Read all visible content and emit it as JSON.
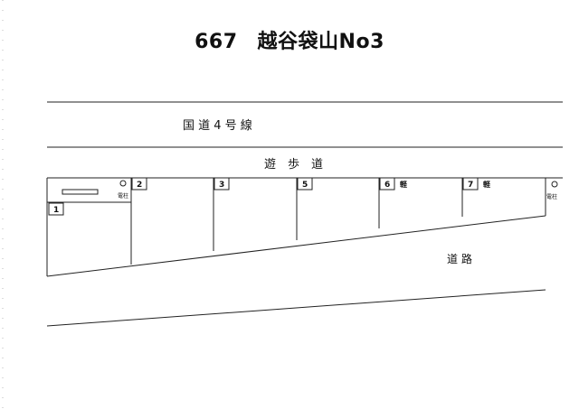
{
  "title": {
    "number": "667",
    "name": "越谷袋山No3"
  },
  "labels": {
    "national_road": "国 道 4 号 線",
    "sidewalk": "遊　歩　道",
    "road": "道 路"
  },
  "spaces": [
    {
      "number": "1",
      "tag": ""
    },
    {
      "number": "2",
      "tag": ""
    },
    {
      "number": "3",
      "tag": ""
    },
    {
      "number": "5",
      "tag": ""
    },
    {
      "number": "6",
      "tag": "軽"
    },
    {
      "number": "7",
      "tag": "軽"
    }
  ],
  "poles": [
    {
      "label": "電柱"
    },
    {
      "label": "電柱"
    }
  ]
}
